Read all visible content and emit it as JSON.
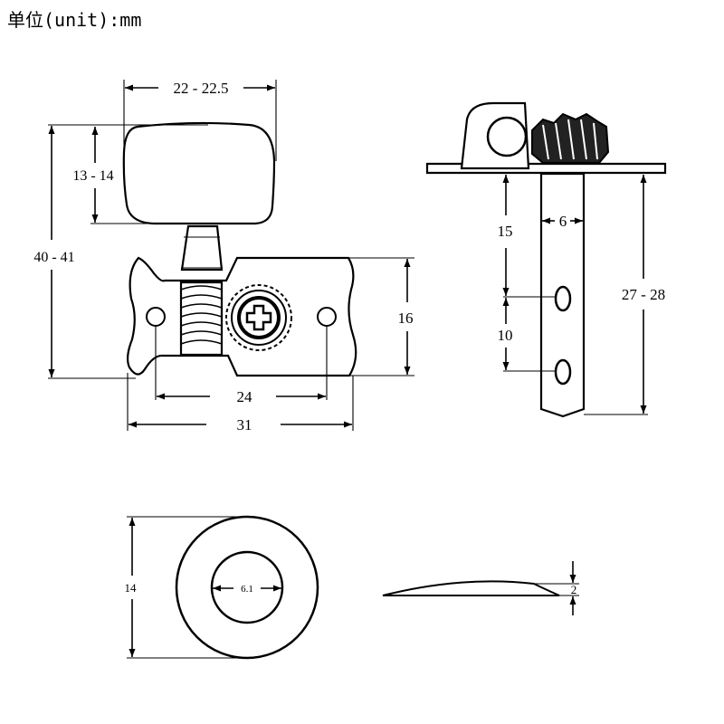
{
  "header": {
    "unit_label": "单位(unit):mm"
  },
  "front_view": {
    "knob_width": "22 - 22.5",
    "knob_height": "13 - 14",
    "total_height": "40 - 41",
    "plate_height": "16",
    "hole_spacing": "24",
    "plate_width": "31"
  },
  "side_view": {
    "shaft_width": "6",
    "top_to_hole": "15",
    "hole_to_hole": "10",
    "shaft_length": "27 - 28"
  },
  "washer_view": {
    "outer_diameter": "14",
    "inner_diameter": "6.1",
    "thickness": "2"
  }
}
